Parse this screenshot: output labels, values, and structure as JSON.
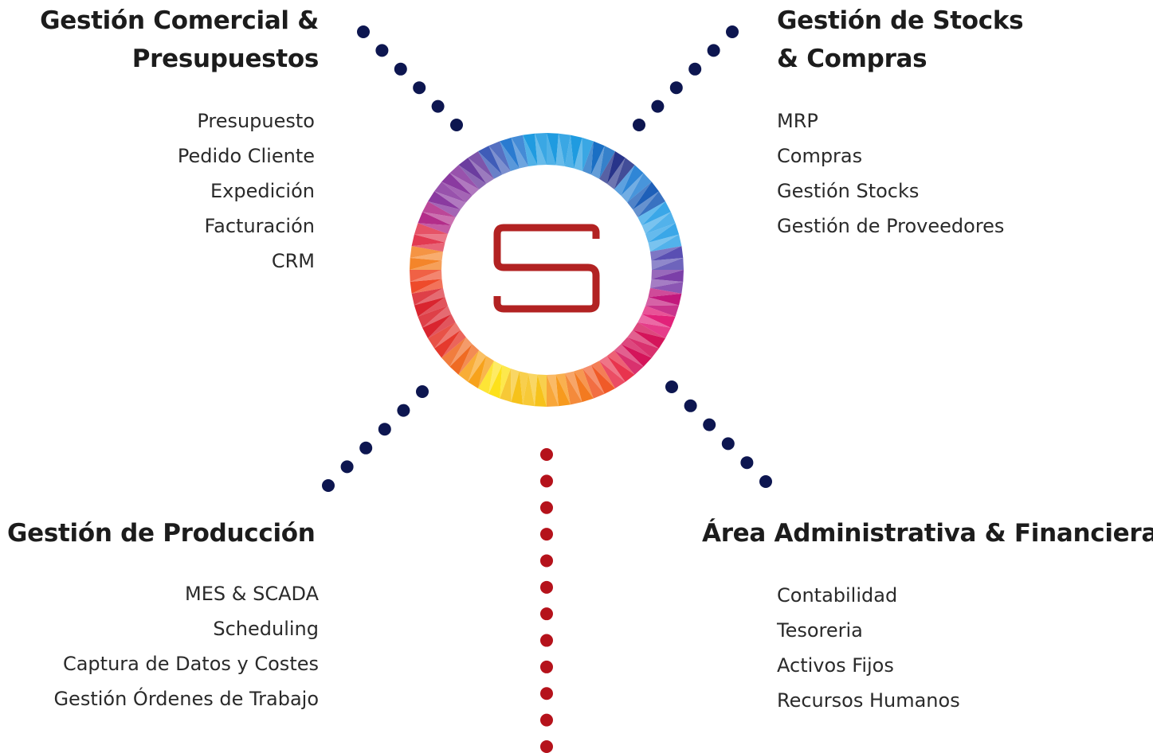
{
  "logo": {
    "letter": "S",
    "letter_color": "#B22222"
  },
  "colors": {
    "connector_dots": "#0d1650",
    "vertical_dots": "#b5121b"
  },
  "sections": {
    "top_left": {
      "title_line1": "Gestión Comercial &",
      "title_line2": "Presupuestos",
      "items": [
        "Presupuesto",
        "Pedido Cliente",
        "Expedición",
        "Facturación",
        "CRM"
      ]
    },
    "top_right": {
      "title_line1": "Gestión de Stocks",
      "title_line2": "& Compras",
      "items": [
        "MRP",
        "Compras",
        "Gestión Stocks",
        "Gestión de Proveedores"
      ]
    },
    "bottom_left": {
      "title": "Gestión de Producción",
      "items": [
        "MES & SCADA",
        "Scheduling",
        "Captura de Datos y Costes",
        "Gestión Órdenes de Trabajo"
      ]
    },
    "bottom_right": {
      "title": "Área Administrativa & Financiera",
      "items": [
        "Contabilidad",
        "Tesoreria",
        "Activos Fijos",
        "Recursos Humanos"
      ]
    }
  }
}
